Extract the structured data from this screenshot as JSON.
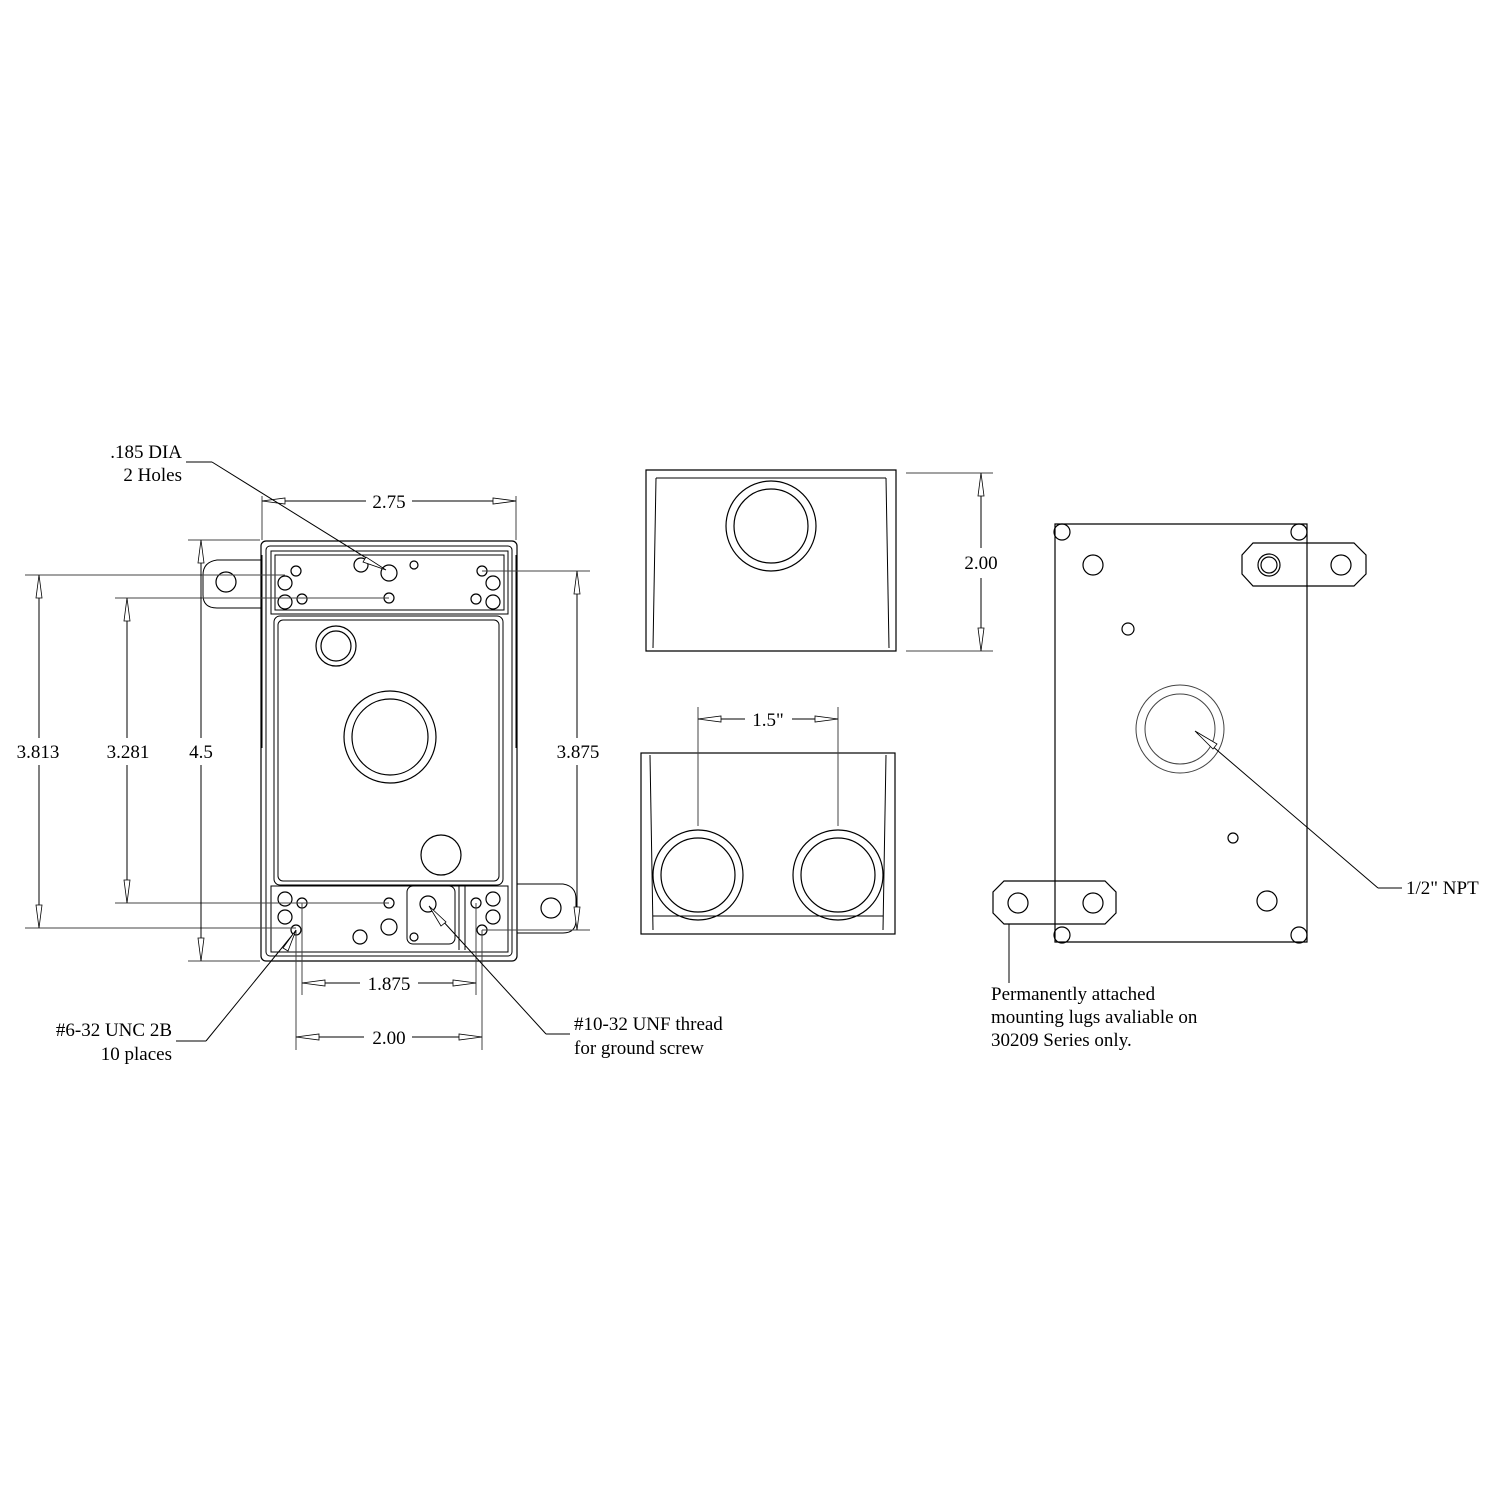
{
  "front_view": {
    "dims": {
      "width_top": "2.75",
      "height_outer": "4.5",
      "height_left": "3.813",
      "height_inner": "3.281",
      "height_right": "3.875",
      "spacing_lower": "1.875",
      "spacing_bottom": "2.00"
    },
    "notes": {
      "dia_line1": ".185  DIA",
      "dia_line2": "2 Holes",
      "unc_line1": "#6-32 UNC 2B",
      "unc_line2": "10 places",
      "unf_line1": "#10-32 UNF thread",
      "unf_line2": "for ground screw"
    }
  },
  "side_view": {
    "height": "2.00"
  },
  "end_view": {
    "hub_spacing": "1.5\""
  },
  "back_view": {
    "npt_label": "1/2\" NPT",
    "lug_note_line1": "Permanently attached",
    "lug_note_line2": "mounting lugs avaliable on",
    "lug_note_line3": "30209 Series only."
  }
}
